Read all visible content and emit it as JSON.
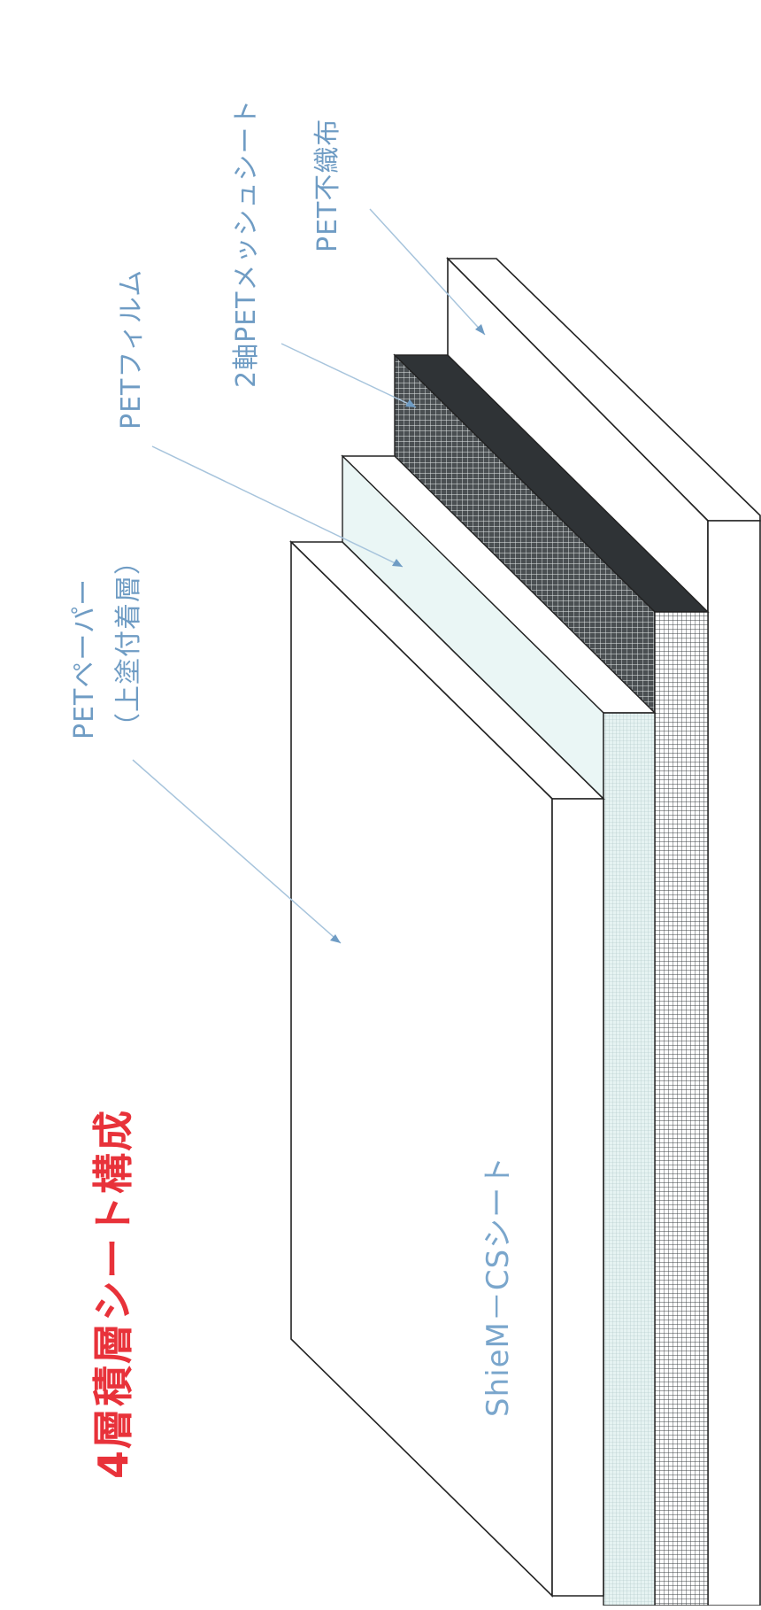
{
  "title": "4層積層シート構成",
  "product_label": "ShieM－CSシート",
  "layers": [
    {
      "name": "PETペーパー",
      "sub": "（上塗付着層）"
    },
    {
      "name": "PETフィルム"
    },
    {
      "name": "2軸PETメッシュシート"
    },
    {
      "name": "PET不織布"
    }
  ],
  "colors": {
    "title": "#e8323a",
    "label": "#6f9cc4",
    "mesh_dark": "#2f3336",
    "mesh_light": "#c9d6d6",
    "outline": "#222222"
  }
}
